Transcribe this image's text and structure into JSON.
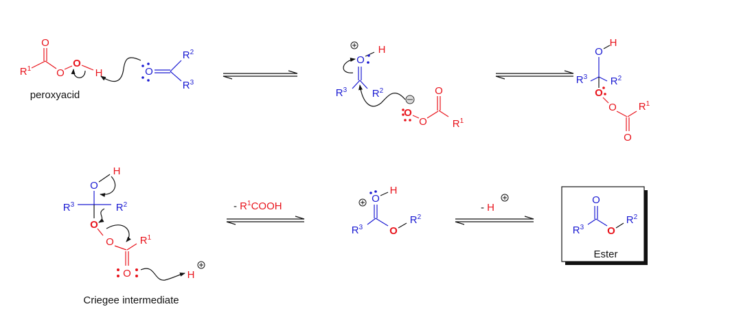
{
  "colors": {
    "reagent": "#e8131b",
    "substrate": "#1a1ad2",
    "arrows": "#111111"
  },
  "symbols": {
    "O": "O",
    "H": "H",
    "R": "R",
    "sup1": "1",
    "sup2": "2",
    "sup3": "3",
    "plus": "+",
    "minus": "−"
  },
  "labels": {
    "peroxyacid": "peroxyacid",
    "criegee": "Criegee intermediate",
    "ester": "Ester"
  },
  "reagents": {
    "step3": {
      "dash": "- ",
      "r": "R",
      "sup": "1",
      "rest": "COOH"
    },
    "step4": {
      "dash": "- ",
      "h": "H"
    }
  }
}
